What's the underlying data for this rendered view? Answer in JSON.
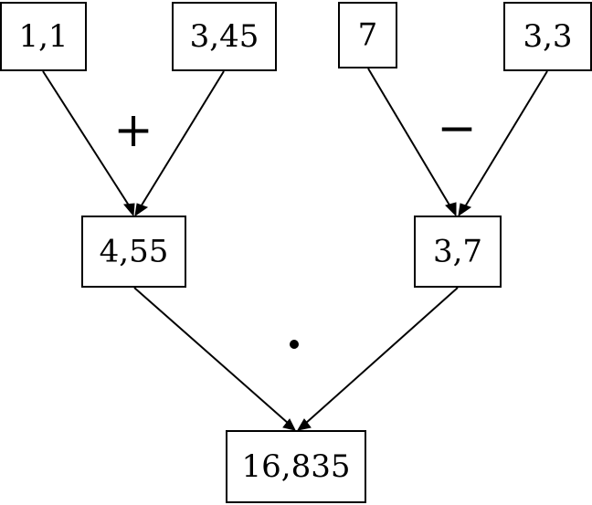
{
  "nodes": {
    "a": "1,1",
    "b": "3,45",
    "c": "7",
    "d": "3,3",
    "sum": "4,55",
    "diff": "3,7",
    "result": "16,835"
  },
  "operators": {
    "add": "+",
    "subtract": "−",
    "multiply": "•"
  }
}
